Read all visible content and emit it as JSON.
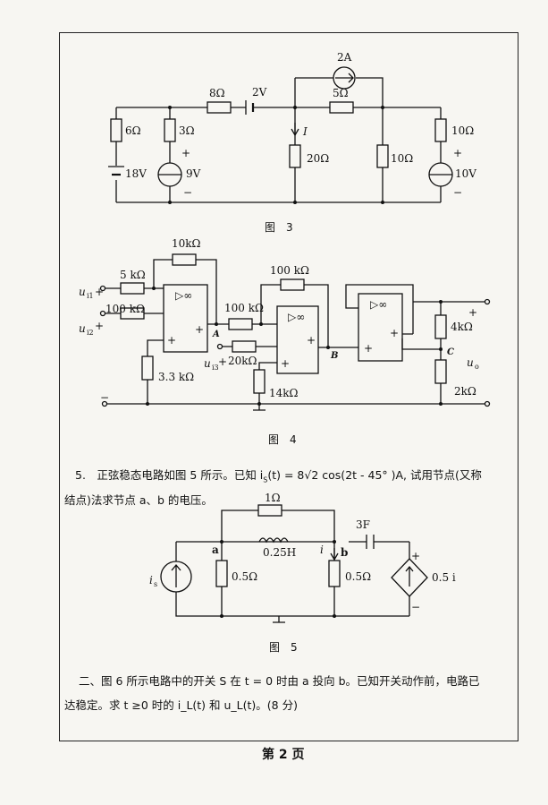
{
  "fig3": {
    "caption": "图　3",
    "r1": "6Ω",
    "r2": "3Ω",
    "r3": "8Ω",
    "v2": "2V",
    "cs": "2A",
    "r4": "5Ω",
    "r5": "20Ω",
    "r6": "10Ω",
    "r7": "10Ω",
    "v18": "18V",
    "v9": "9V",
    "v10": "10V",
    "cur": "I",
    "plus": "+",
    "minus": "−"
  },
  "fig4": {
    "caption": "图　4",
    "r10k": "10kΩ",
    "r5k": "5 kΩ",
    "r100a": "100 kΩ",
    "r33": "3.3 kΩ",
    "r100b": "100 kΩ",
    "r100c": "100 kΩ",
    "r20k": "20kΩ",
    "r14k": "14kΩ",
    "r4k": "4kΩ",
    "r2k": "2kΩ",
    "ui1": "u",
    "ui1s": "i1",
    "ui2": "u",
    "ui2s": "i2",
    "ui3": "u",
    "ui3s": "i3",
    "opamp": "▷∞",
    "nodeA": "A",
    "nodeB": "B",
    "nodeC": "C",
    "uo": "u",
    "uos": "o",
    "plus": "+",
    "minus": "−"
  },
  "problem5": {
    "line1": "5.　正弦稳态电路如图 5 所示。已知 i",
    "line1_sub": "S",
    "line1_rest": "(t) = 8√2 cos(2t - 45° )A, 试用节点(又称",
    "line2": "结点)法求节点 a、b 的电压。"
  },
  "fig5": {
    "caption": "图　5",
    "r1": "1Ω",
    "l": "0.25H",
    "c": "3F",
    "ra": "0.5Ω",
    "rb": "0.5Ω",
    "dep": "0.5 i",
    "src": "i",
    "srcs": "s",
    "na": "a",
    "nb": "b",
    "cur": "i",
    "plus": "+",
    "minus": "−"
  },
  "section2": {
    "line1": "二、图 6 所示电路中的开关 S 在 t = 0 时由 a 投向 b。已知开关动作前，电路已",
    "line2": "达稳定。求 t ≥0 时的 i_L(t) 和 u_L(t)。(8 分)"
  },
  "page_number": "第 2 页"
}
